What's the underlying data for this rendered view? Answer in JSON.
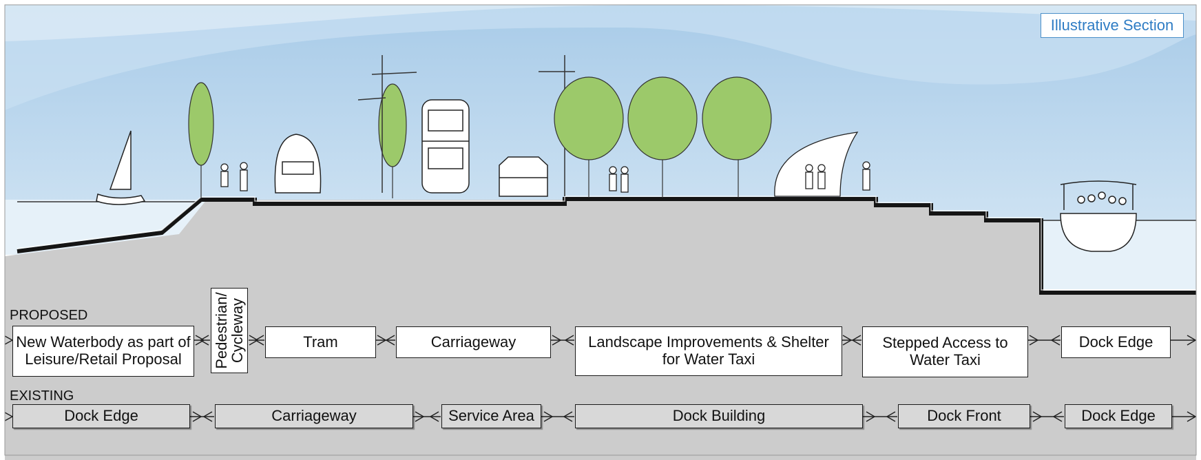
{
  "badge": "Illustrative Section",
  "proposed": {
    "heading": "PROPOSED",
    "segments": [
      "New Waterbody as part of Leisure/Retail Proposal",
      "Pedestrian/ Cycleway",
      "Tram",
      "Carriageway",
      "Landscape Improvements & Shelter for Water Taxi",
      "Stepped Access to Water Taxi",
      "Dock Edge"
    ]
  },
  "existing": {
    "heading": "EXISTING",
    "segments": [
      "Dock Edge",
      "Carriageway",
      "Service Area",
      "Dock Building",
      "Dock Front",
      "Dock Edge"
    ]
  },
  "colors": {
    "sky": "#bcd8ee",
    "ground": "#cccccc",
    "tree": "#9cc96a",
    "badge_text": "#2e7cc4"
  }
}
